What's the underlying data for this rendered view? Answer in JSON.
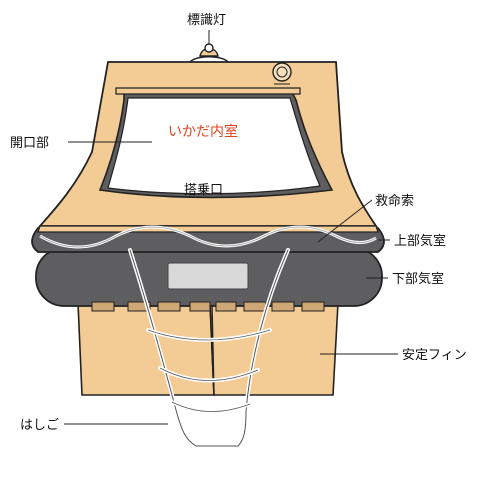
{
  "labels": {
    "marker_light": "標識灯",
    "opening": "開口部",
    "raft_interior": "いかだ内室",
    "boarding_entrance": "搭乗口",
    "lifeline": "救命索",
    "upper_chamber": "上部気室",
    "lower_chamber": "下部気室",
    "stabilizer_fin": "安定フィン",
    "ladder": "はしご"
  },
  "colors": {
    "canopy": "#F3CB94",
    "tube": "#5E5E60",
    "tube_dark": "#4A4A4C",
    "interior": "#FFFFFF",
    "interior_text": "#E2451F",
    "outline": "#222222",
    "fin": "#F3CB94",
    "leader": "#222222"
  }
}
